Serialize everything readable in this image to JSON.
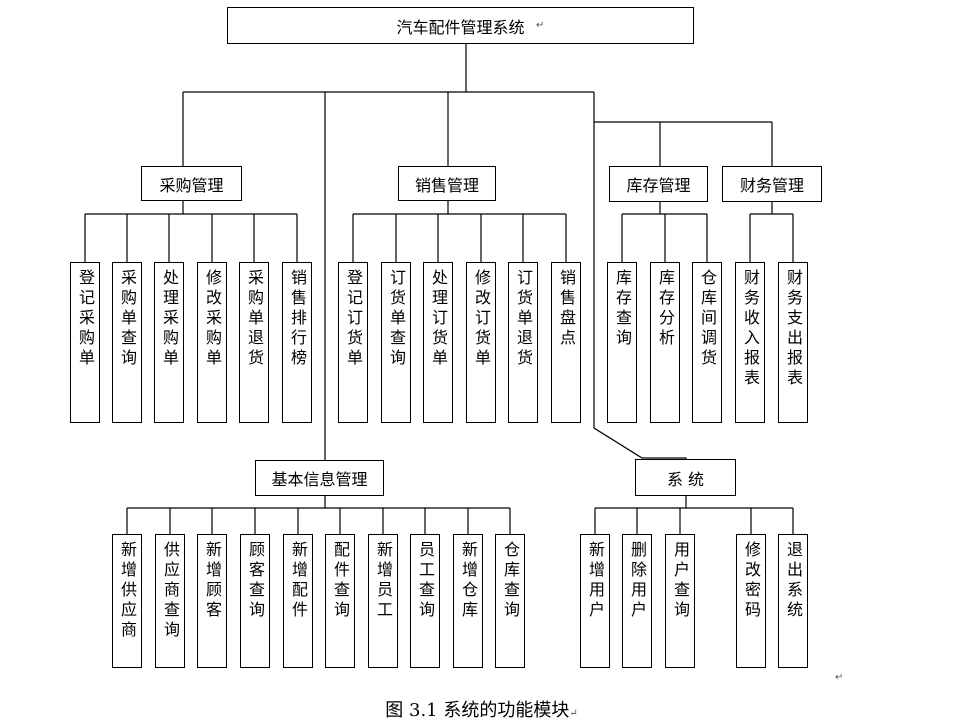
{
  "diagram": {
    "root": "汽车配件管理系统",
    "modules": {
      "purchase": {
        "label": "采购管理",
        "items": [
          "登记采购单",
          "采购单查询",
          "处理采购单",
          "修改采购单",
          "采购单退货",
          "销售排行榜"
        ]
      },
      "sales": {
        "label": "销售管理",
        "items": [
          "登记订货单",
          "订货单查询",
          "处理订货单",
          "修改订货单",
          "订货单退货",
          "销售盘点"
        ]
      },
      "inventory": {
        "label": "库存管理",
        "items": [
          "库存查询",
          "库存分析",
          "仓库间调货"
        ]
      },
      "finance": {
        "label": "财务管理",
        "items": [
          "财务收入报表",
          "财务支出报表"
        ]
      },
      "basic": {
        "label": "基本信息管理",
        "items": [
          "新增供应商",
          "供应商查询",
          "新增顾客",
          "顾客查询",
          "新增配件",
          "配件查询",
          "新增员工",
          "员工查询",
          "新增仓库",
          "仓库查询"
        ]
      },
      "system": {
        "label": "系 统",
        "items": [
          "新增用户",
          "删除用户",
          "用户查询",
          "修改密码",
          "退出系统"
        ]
      }
    },
    "paragraph_mark": "↵",
    "caption": "图 3.1 系统的功能模块"
  }
}
